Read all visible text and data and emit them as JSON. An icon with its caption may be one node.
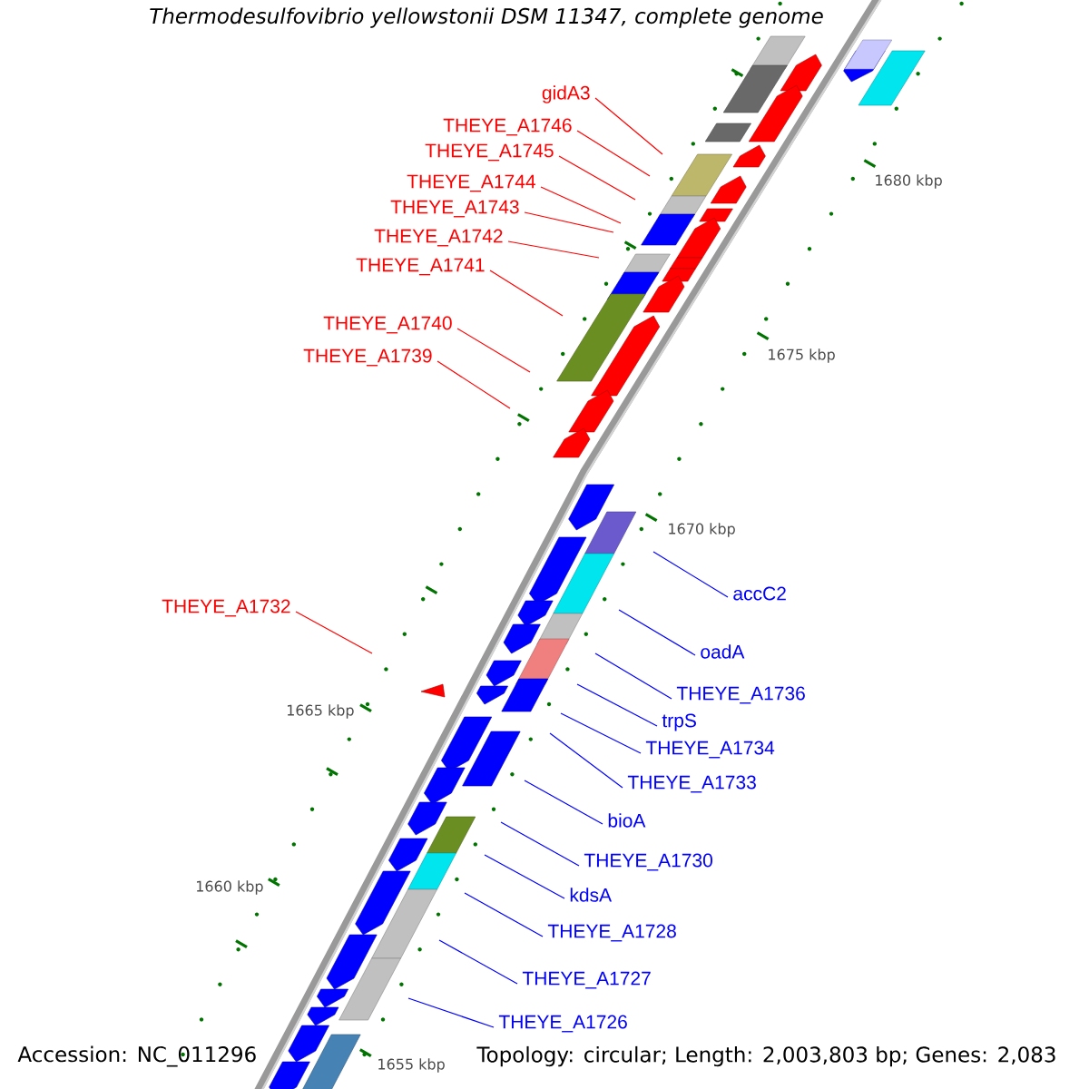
{
  "diagram": {
    "title": "Thermodesulfovibrio yellowstonii DSM 11347, complete genome",
    "nodes": [
      {
        "text": [
          "gidA3"
        ]
      },
      {
        "text": [
          "THEYE_A1746"
        ]
      },
      {
        "text": [
          "THEYE_A1745"
        ]
      },
      {
        "text": [
          "THEYE_A1744"
        ]
      },
      {
        "text": [
          "THEYE_A1743"
        ]
      },
      {
        "text": [
          "THEYE_A1742"
        ]
      },
      {
        "text": [
          "THEYE_A1741"
        ]
      },
      {
        "text": [
          "THEYE_A1740"
        ]
      },
      {
        "text": [
          "THEYE_A1739"
        ]
      },
      {
        "text": [
          "THEYE_A1732"
        ]
      },
      {
        "text": [
          "accC2"
        ]
      },
      {
        "text": [
          "oadA"
        ]
      },
      {
        "text": [
          "THEYE_A1736"
        ]
      },
      {
        "text": [
          "trpS"
        ]
      },
      {
        "text": [
          "THEYE_A1734"
        ]
      },
      {
        "text": [
          "THEYE_A1733"
        ]
      },
      {
        "text": [
          "bioA"
        ]
      },
      {
        "text": [
          "THEYE_A1730"
        ]
      },
      {
        "text": [
          "kdsA"
        ]
      },
      {
        "text": [
          "THEYE_A1728"
        ]
      },
      {
        "text": [
          "THEYE_A1727"
        ]
      },
      {
        "text": [
          "THEYE_A1726"
        ]
      }
    ],
    "edges": [
      {
        "from": 0,
        "to": null,
        "arrow": "none",
        "color": "#ff0000"
      },
      {
        "from": 1,
        "to": null,
        "arrow": "none",
        "color": "#ff0000"
      },
      {
        "from": 2,
        "to": null,
        "arrow": "none",
        "color": "#ff0000"
      },
      {
        "from": 3,
        "to": null,
        "arrow": "none",
        "color": "#ff0000"
      },
      {
        "from": 4,
        "to": null,
        "arrow": "none",
        "color": "#ff0000"
      },
      {
        "from": 5,
        "to": null,
        "arrow": "none",
        "color": "#ff0000"
      },
      {
        "from": 6,
        "to": null,
        "arrow": "none",
        "color": "#ff0000"
      },
      {
        "from": 7,
        "to": null,
        "arrow": "none",
        "color": "#ff0000"
      },
      {
        "from": 8,
        "to": null,
        "arrow": "none",
        "color": "#ff0000"
      },
      {
        "from": 9,
        "to": null,
        "arrow": "none",
        "color": "#ff0000"
      },
      {
        "from": 10,
        "to": null,
        "arrow": "none"
      },
      {
        "from": 11,
        "to": null,
        "arrow": "none"
      },
      {
        "from": 12,
        "to": null,
        "arrow": "none"
      },
      {
        "from": 13,
        "to": null,
        "arrow": "none"
      },
      {
        "from": 14,
        "to": null,
        "arrow": "none"
      },
      {
        "from": 15,
        "to": null,
        "arrow": "none"
      },
      {
        "from": 16,
        "to": null,
        "arrow": "none"
      },
      {
        "from": 17,
        "to": null,
        "arrow": "none"
      },
      {
        "from": 18,
        "to": null,
        "arrow": "none"
      },
      {
        "from": 19,
        "to": null,
        "arrow": "none"
      },
      {
        "from": 20,
        "to": null,
        "arrow": "none"
      },
      {
        "from": 21,
        "to": null,
        "arrow": "none"
      }
    ],
    "labels": [
      "1680 kbp",
      "1675 kbp",
      "1670 kbp",
      "1665 kbp",
      "1660 kbp",
      "1655 kbp",
      "Accession: NC_011296",
      "Topology: circular; Length: 2,003,803 bp; Genes: 2,083"
    ]
  }
}
